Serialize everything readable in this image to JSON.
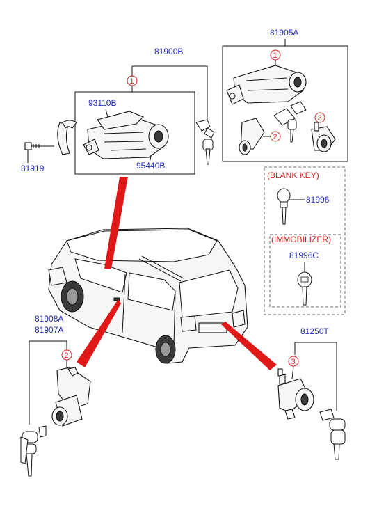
{
  "labels": {
    "part_81900B": "81900B",
    "part_81905A": "81905A",
    "part_93110B": "93110B",
    "part_95440B": "95440B",
    "part_81919": "81919",
    "part_81996": "81996",
    "part_81996C": "81996C",
    "part_81908A": "81908A",
    "part_81907A": "81907A",
    "part_81250T": "81250T"
  },
  "callouts": {
    "c1": "1",
    "c2": "2",
    "c3": "3"
  },
  "groups": {
    "blank_key": "(BLANK KEY)",
    "immobilizer": "(IMMOBILIZER)"
  },
  "colors": {
    "label_blue": "#1f2bb8",
    "callout_red": "#d22020",
    "pointer_red": "#e01818",
    "line": "#111111"
  }
}
